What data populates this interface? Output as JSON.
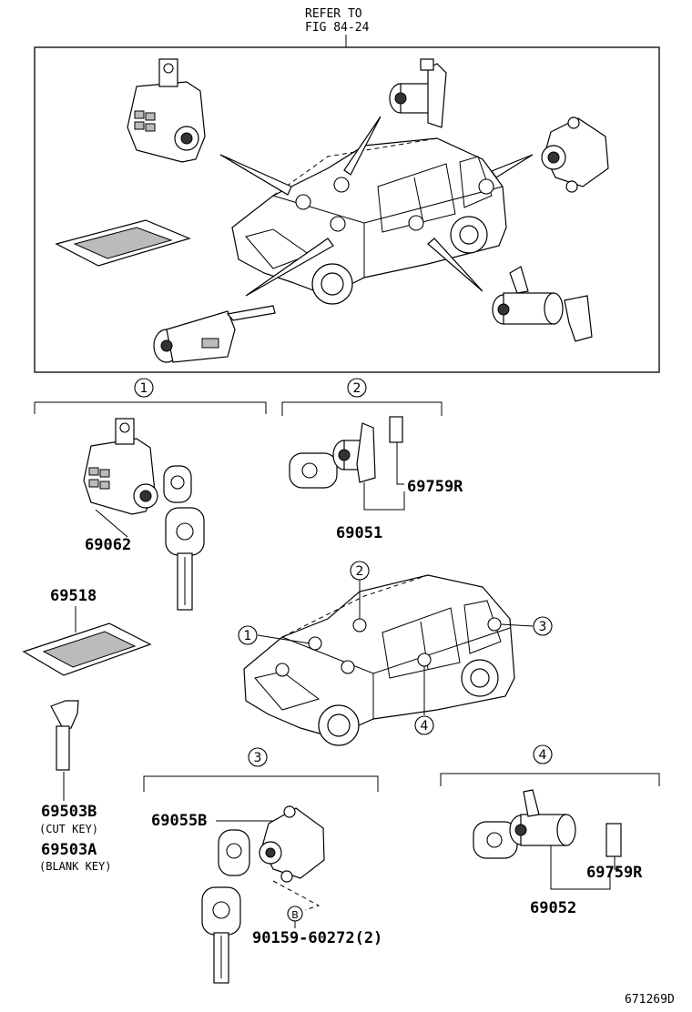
{
  "header": {
    "line1": "REFER TO",
    "line2": "FIG 84-24"
  },
  "groups": [
    {
      "marker": "1"
    },
    {
      "marker": "2"
    },
    {
      "marker": "3"
    },
    {
      "marker": "4"
    }
  ],
  "parts": {
    "p69062": "69062",
    "p69759R_top": "69759R",
    "p69051": "69051",
    "p69518": "69518",
    "p69503B": "69503B",
    "p69503B_note": "(CUT KEY)",
    "p69503A": "69503A",
    "p69503A_note": "(BLANK KEY)",
    "p69055B": "69055B",
    "callout_B": "B",
    "p90159": "90159-60272(2)",
    "p69759R_bottom": "69759R",
    "p69052": "69052"
  },
  "diagram_id": "671269D"
}
